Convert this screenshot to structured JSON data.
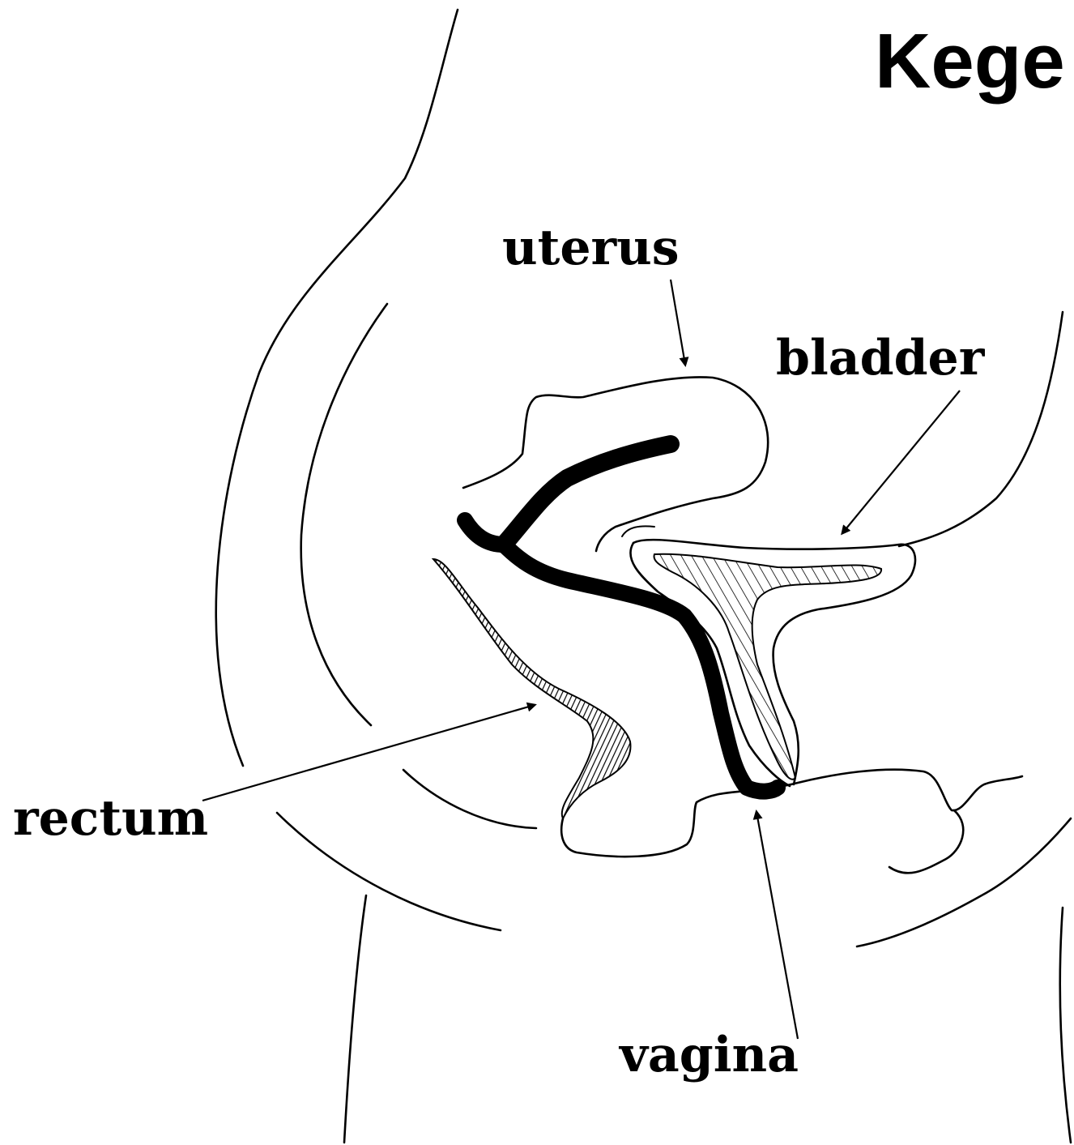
{
  "title": "Kege",
  "labels": {
    "uterus": "uterus",
    "bladder": "bladder",
    "rectum": "rectum",
    "vagina": "vagina"
  },
  "colors": {
    "ink": "#000000",
    "paper": "#ffffff"
  }
}
